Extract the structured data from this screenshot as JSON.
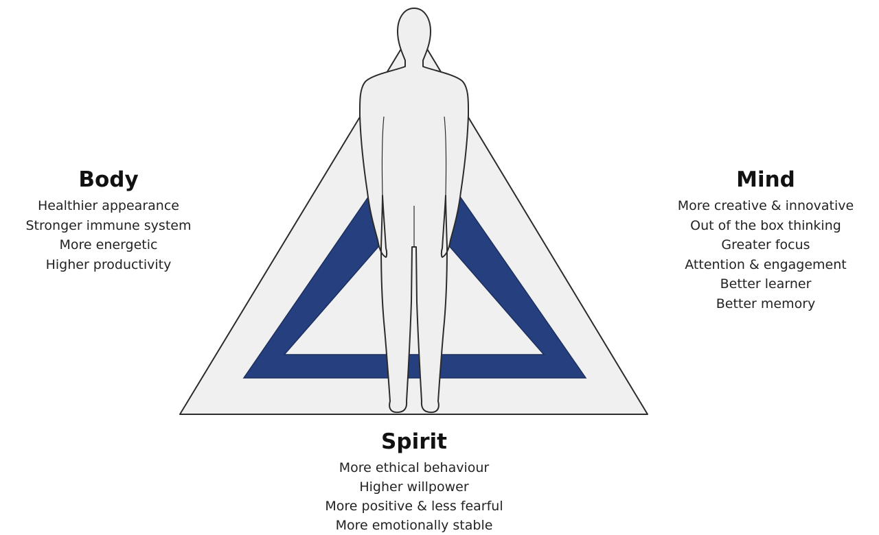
{
  "colors": {
    "outer_triangle_fill": "#f0f0f0",
    "outer_triangle_stroke": "#2b2b2b",
    "inner_triangle_band": "#253f7f",
    "figure_fill": "#efefef",
    "figure_stroke": "#2b2b2b"
  },
  "figure": {
    "icon": "human-silhouette-icon"
  },
  "body": {
    "heading": "Body",
    "items": [
      "Healthier appearance",
      "Stronger immune system",
      "More energetic",
      "Higher productivity"
    ]
  },
  "mind": {
    "heading": "Mind",
    "items": [
      "More creative & innovative",
      "Out of the box thinking",
      "Greater focus",
      "Attention & engagement",
      "Better learner",
      "Better memory"
    ]
  },
  "spirit": {
    "heading": "Spirit",
    "items": [
      "More ethical behaviour",
      "Higher willpower",
      "More positive & less fearful",
      "More emotionally stable"
    ]
  }
}
